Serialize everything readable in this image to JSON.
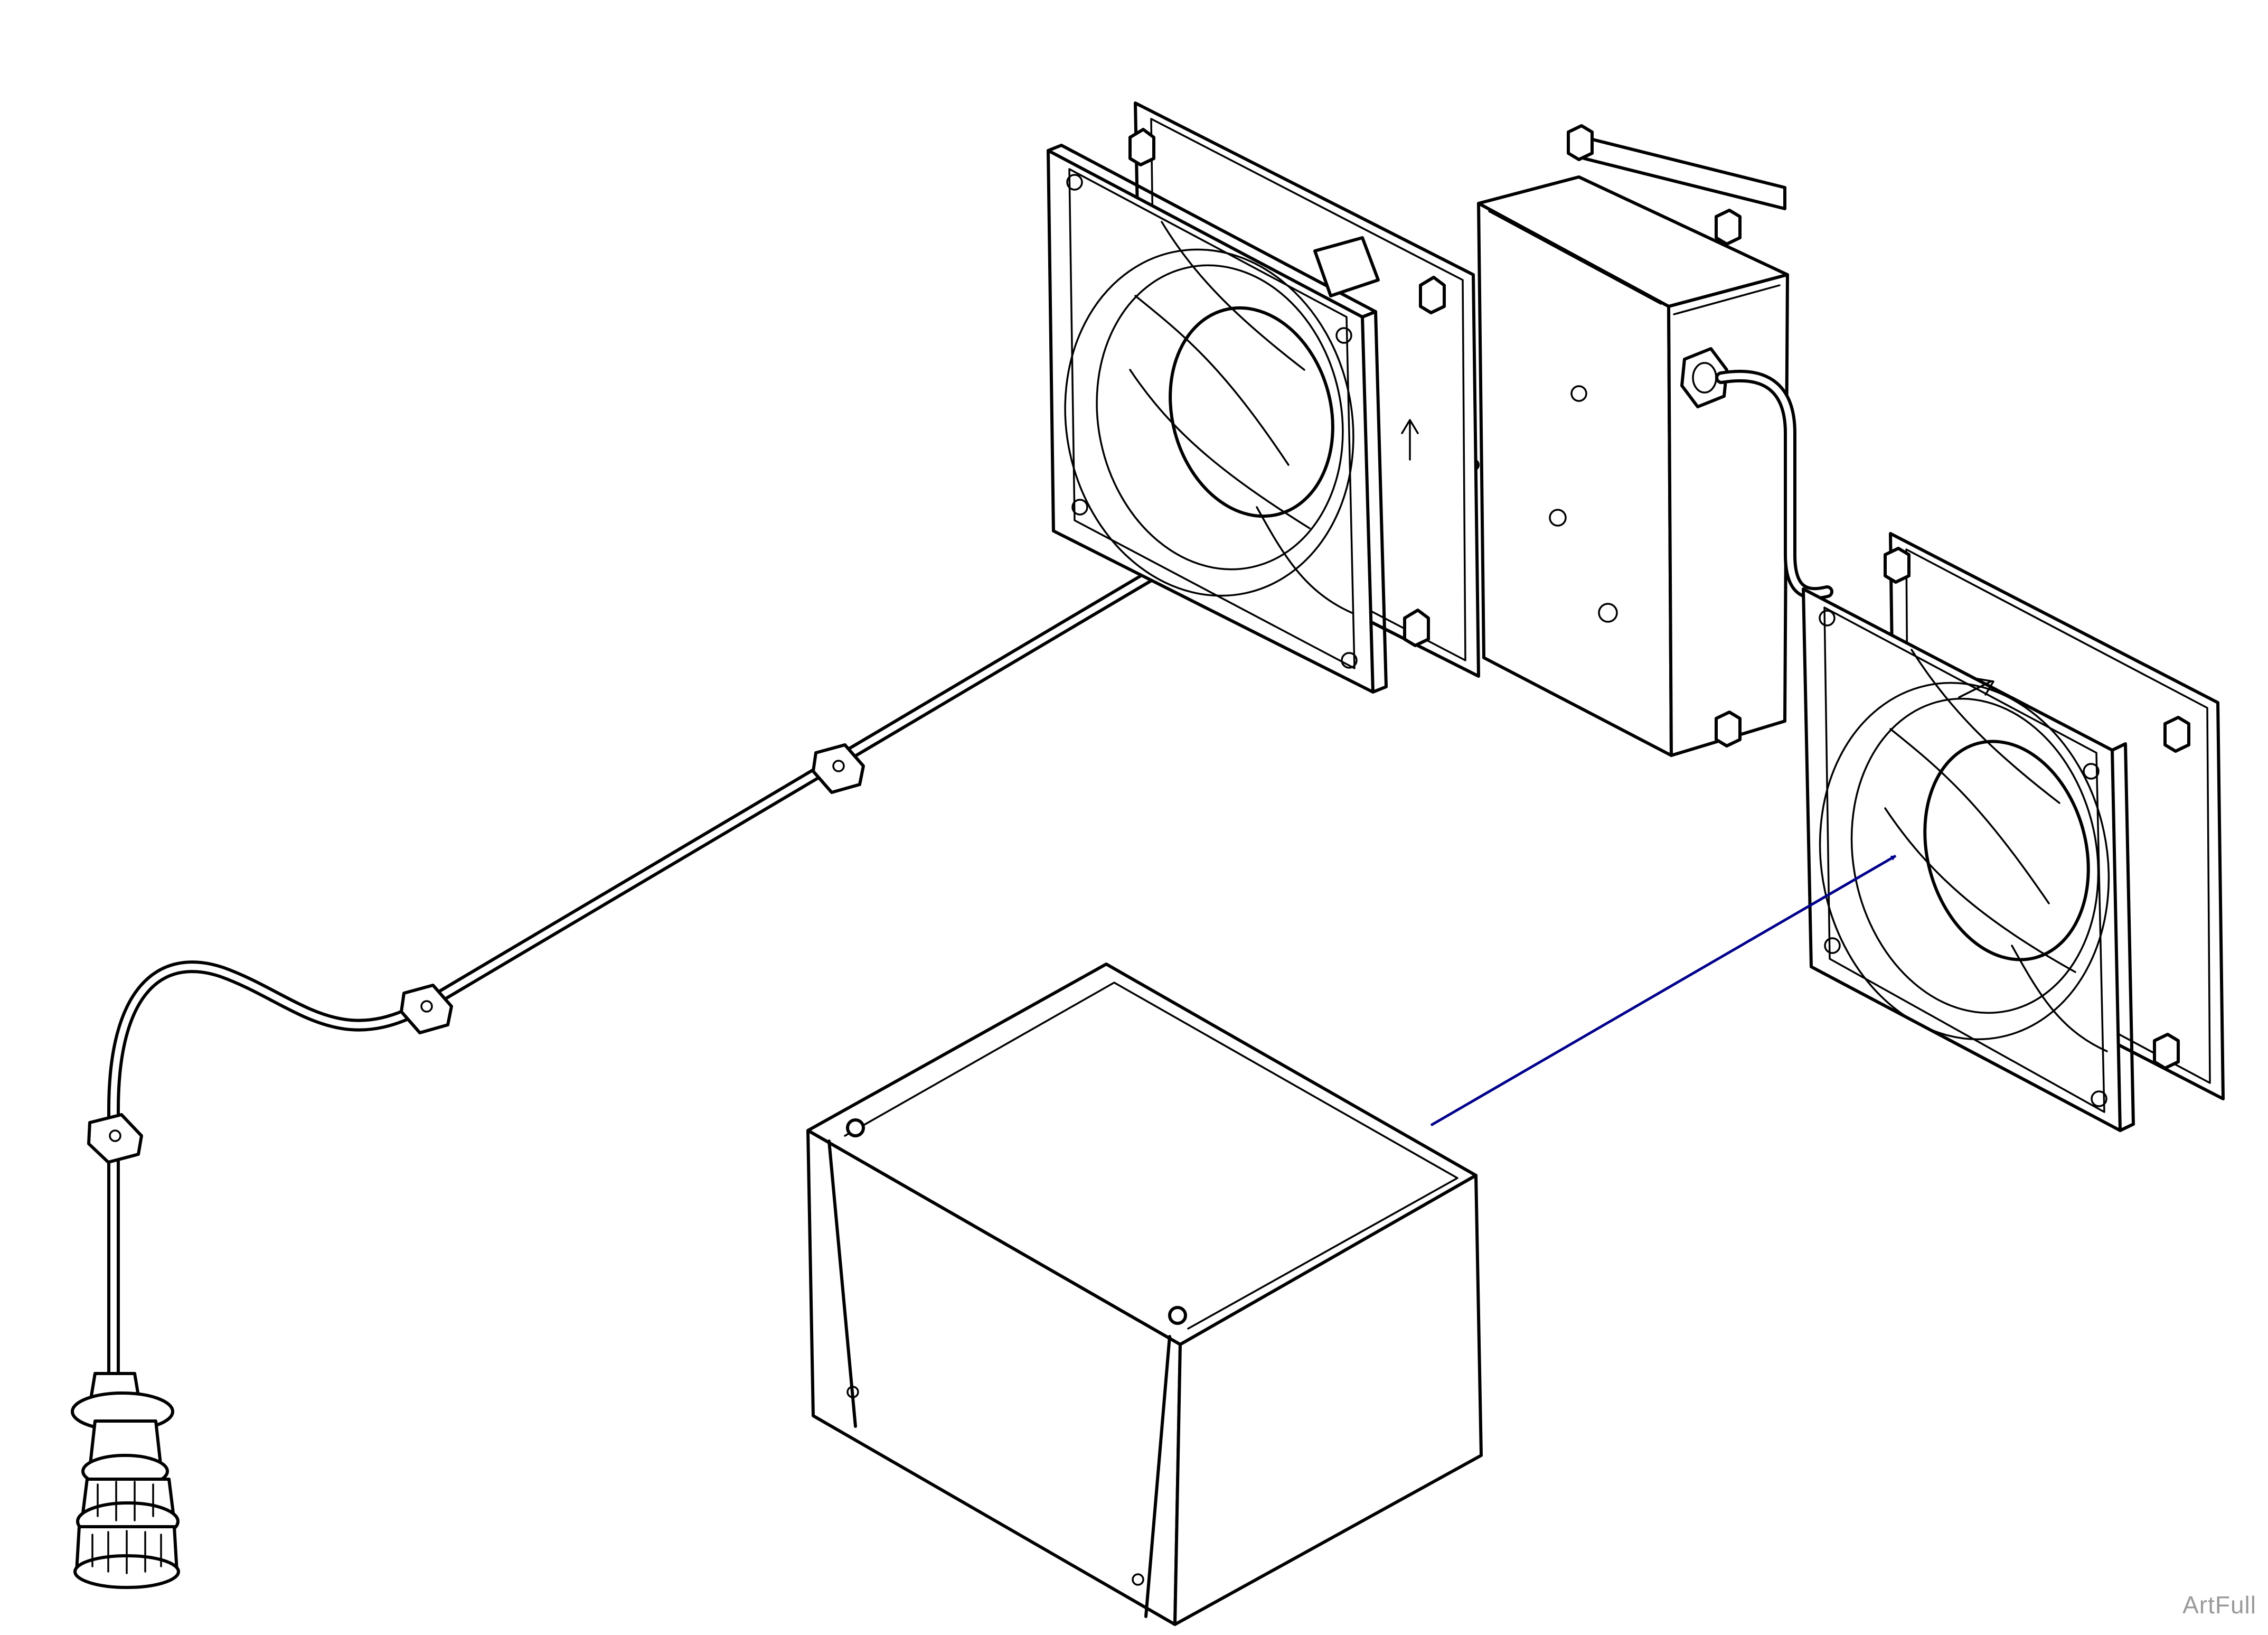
{
  "figure": {
    "watermark": "ArtFull",
    "colors": {
      "line": "#000000",
      "background": "#ffffff",
      "callout_arrow": "#00008b",
      "watermark": "#9a9a9a"
    },
    "components": [
      "power-plug-connector",
      "power-cable",
      "cable-clips",
      "cooling-fan-upper",
      "junction-box",
      "cooling-fan-lower",
      "cover-box",
      "callout-arrow"
    ]
  }
}
